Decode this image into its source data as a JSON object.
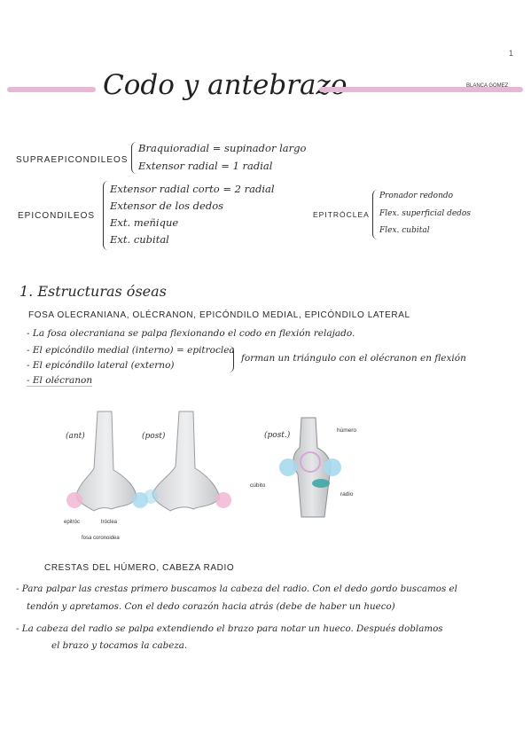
{
  "page_number": "1",
  "header": {
    "title": "Codo y antebrazo",
    "author": "BLANCA GOMEZ"
  },
  "muscle_groups": {
    "supraepicondileos": {
      "label": "SUPRAEPICONDILEOS",
      "items": [
        "Braquioradial = supinador largo",
        "Extensor radial = 1 radial"
      ]
    },
    "epicondileos": {
      "label": "EPICONDILEOS",
      "items": [
        "Extensor radial corto = 2 radial",
        "Extensor de los dedos",
        "Ext. meñique",
        "Ext. cubital"
      ]
    },
    "epitroclea": {
      "label": "EPITRÓCLEA",
      "items": [
        "Pronador redondo",
        "Flex. superficial dedos",
        "Flex. cubital"
      ]
    }
  },
  "section": {
    "heading": "1. Estructuras óseas",
    "subheading": "FOSA OLECRANIANA, OLÉCRANON, EPICÓNDILO MEDIAL, EPICÓNDILO LATERAL",
    "bullets": [
      "- La fosa olecraniana se palpa flexionando el codo en flexión relajado.",
      "- El epicóndilo medial (interno) = epitroclea",
      "- El epicóndilo lateral (externo)",
      "- El olécranon"
    ],
    "brace_note": "forman un triángulo con el olécranon en flexión"
  },
  "figures": {
    "anterior_caption": "(ant)",
    "posterior_caption": "(post)",
    "lateral_caption": "(post.)",
    "label_epitrocle": "epitróc",
    "label_troclea": "tróclea",
    "label_fosa": "fosa coronoidea",
    "label_humero": "húmero",
    "label_cubito": "cúbito",
    "label_radio": "radio"
  },
  "section2": {
    "subheading": "CRESTAS DEL HÚMERO, CABEZA RADIO",
    "para1_line1": "- Para palpar las crestas primero buscamos la cabeza del radio. Con el dedo gordo buscamos el",
    "para1_line2": "tendón y apretamos. Con el dedo corazón hacia atrás (debe de haber un hueco)",
    "para2_line1": "- La cabeza del radio se palpa extendiendo el brazo para notar un hueco. Después doblamos",
    "para2_line2": "el brazo y tocamos la cabeza."
  }
}
